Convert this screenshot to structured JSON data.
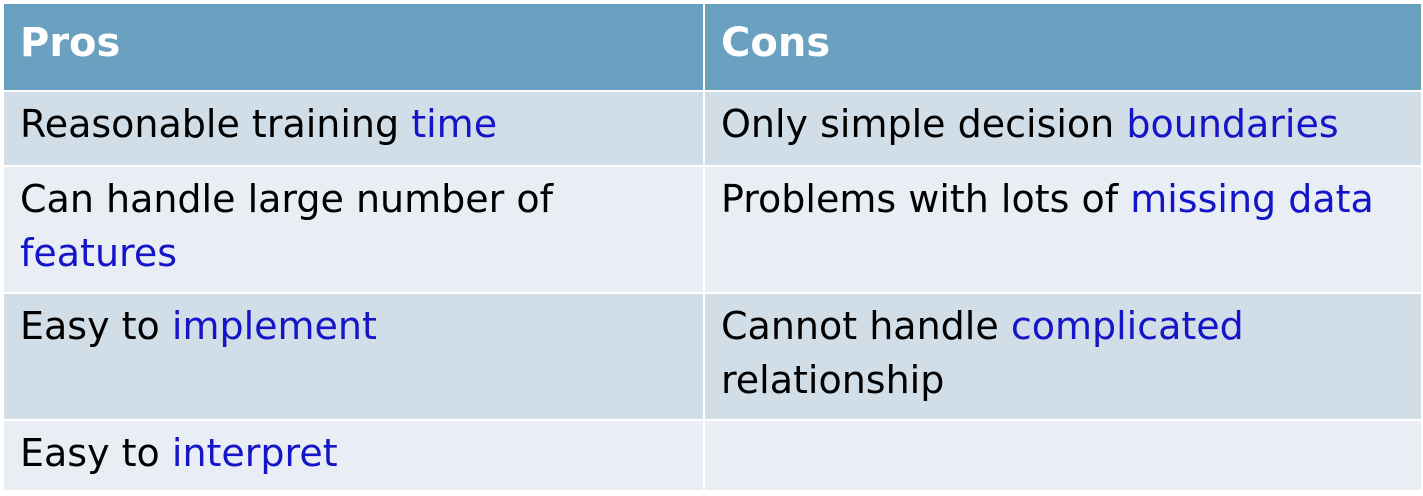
{
  "table": {
    "headers": {
      "pros": "Pros",
      "cons": "Cons"
    },
    "rows": [
      {
        "pros": {
          "text": "Reasonable training ",
          "highlight": "time"
        },
        "cons": {
          "text": "Only simple decision ",
          "highlight": "boundaries"
        }
      },
      {
        "pros": {
          "text": "Can handle large number of ",
          "highlight": "features"
        },
        "cons": {
          "text": "Problems with lots of ",
          "highlight": "missing data"
        }
      },
      {
        "pros": {
          "text": "Easy to ",
          "highlight": "implement"
        },
        "cons": {
          "text": "Cannot handle ",
          "highlight": "complicated",
          "tail": " relationship"
        }
      },
      {
        "pros": {
          "text": "Easy to ",
          "highlight": "interpret"
        },
        "cons": {
          "text": "",
          "highlight": ""
        }
      }
    ]
  },
  "colors": {
    "header_bg": "#6aa1c0",
    "row_dark": "#d1dde7",
    "row_light": "#e9edf4",
    "highlight_text": "#1414c8"
  }
}
